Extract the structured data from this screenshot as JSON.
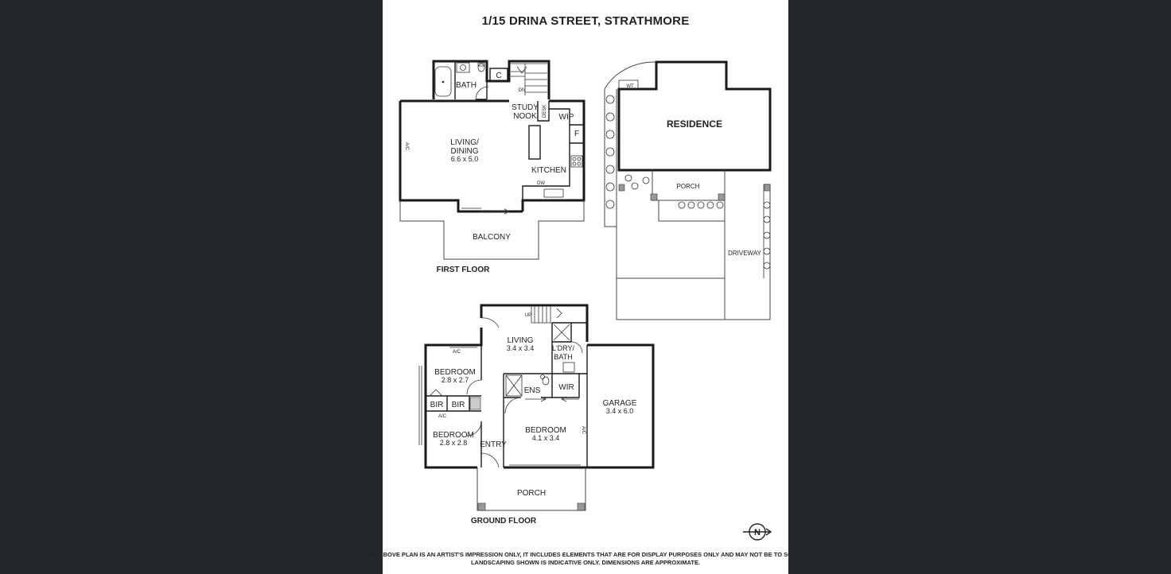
{
  "title": "1/15 DRINA STREET, STRATHMORE",
  "first_floor": {
    "label": "FIRST FLOOR",
    "rooms": {
      "bath": "BATH",
      "c": "C",
      "dn": "DN",
      "study_line1": "STUDY",
      "study_line2": "NOOK",
      "desk": "DESK",
      "wip": "WIP",
      "f": "F",
      "living_line1": "LIVING/",
      "living_line2": "DINING",
      "living_dim": "6.6 x 5.0",
      "ac": "A/C",
      "kitchen": "KITCHEN",
      "dw": "DW",
      "balcony": "BALCONY"
    }
  },
  "site": {
    "wt": "WT",
    "residence": "RESIDENCE",
    "porch": "PORCH",
    "driveway": "DRIVEWAY"
  },
  "ground_floor": {
    "label": "GROUND FLOOR",
    "rooms": {
      "up": "UP",
      "living": "LIVING",
      "living_dim": "3.4 x 3.4",
      "ldry_line1": "L'DRY/",
      "ldry_line2": "BATH",
      "bed1": "BEDROOM",
      "bed1_dim": "2.8 x 2.7",
      "ac1": "A/C",
      "ac2": "A/C",
      "bir1": "BIR",
      "bir2": "BIR",
      "bed2": "BEDROOM",
      "bed2_dim": "2.8 x 2.8",
      "entry": "ENTRY",
      "ens": "ENS",
      "wir": "WIR",
      "bed3": "BEDROOM",
      "bed3_dim": "4.1 x 3.4",
      "garage": "GARAGE",
      "garage_dim": "3.4 x 6.0",
      "porch": "PORCH",
      "ac3": "A/C"
    }
  },
  "north": "N",
  "disclaimer_line1": "THE ABOVE PLAN IS AN ARTIST'S IMPRESSION ONLY, IT INCLUDES ELEMENTS THAT ARE FOR DISPLAY PURPOSES ONLY AND MAY NOT BE TO SCALE.",
  "disclaimer_line2": "LANDSCAPING SHOWN IS INDICATIVE ONLY. DIMENSIONS ARE APPROXIMATE."
}
